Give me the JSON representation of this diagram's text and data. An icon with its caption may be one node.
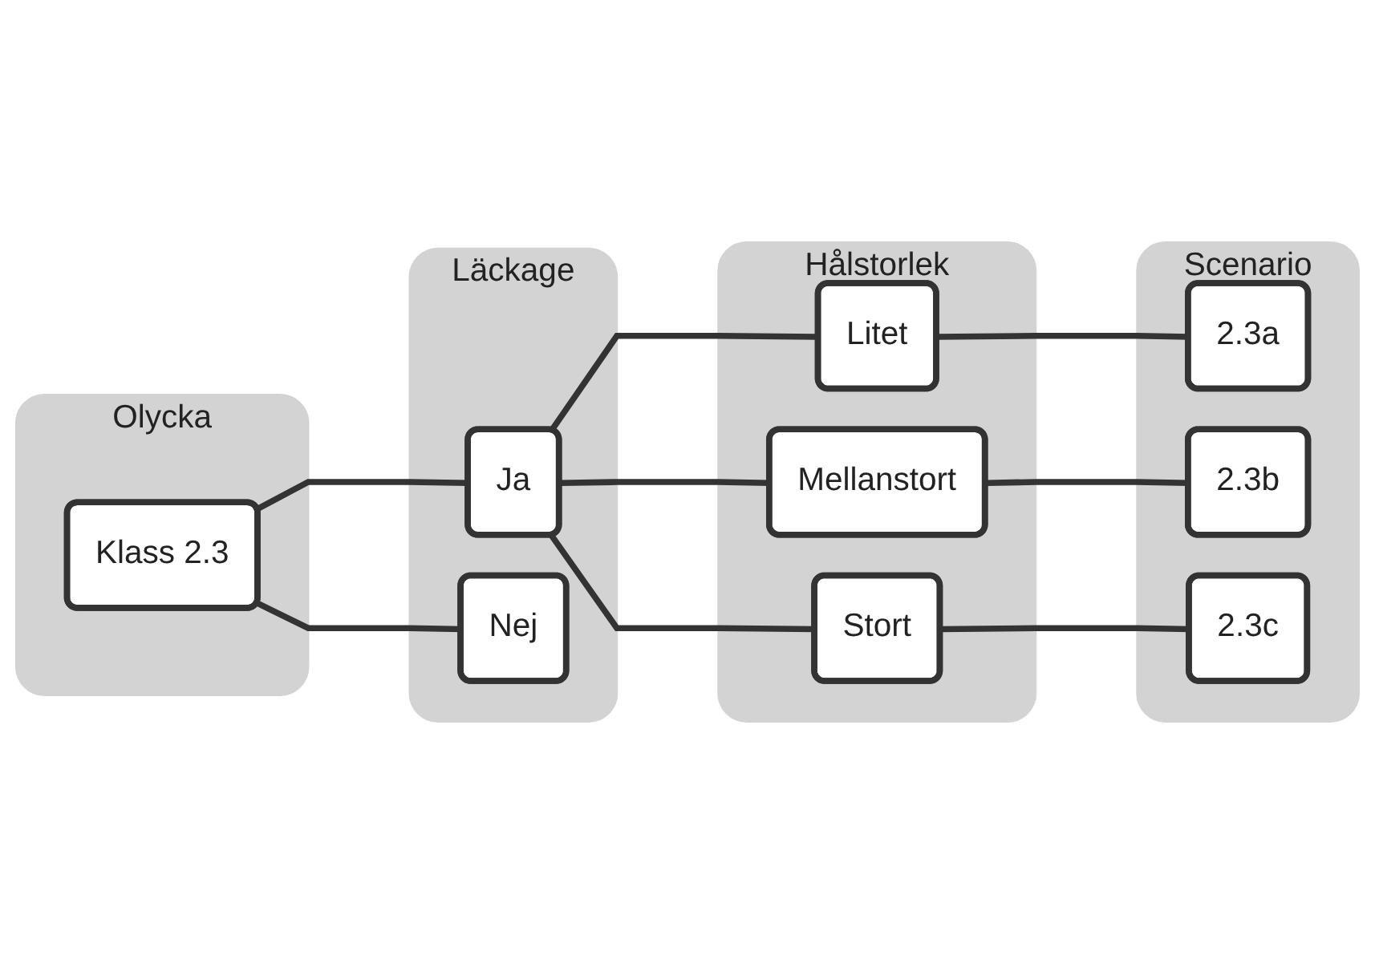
{
  "diagram": {
    "nodes": [
      {
        "text": [
          "Olycka"
        ]
      },
      {
        "text": [
          "Läckage"
        ]
      },
      {
        "text": [
          "Hålstorlek"
        ]
      },
      {
        "text": [
          "Scenario"
        ]
      },
      {
        "text": [
          "Klass 2.3"
        ],
        "in": 0
      },
      {
        "text": [
          "Ja"
        ],
        "in": 1
      },
      {
        "text": [
          "Nej"
        ],
        "in": 1
      },
      {
        "text": [
          "Litet"
        ],
        "in": 2
      },
      {
        "text": [
          "Mellanstort"
        ],
        "in": 2
      },
      {
        "text": [
          "Stort"
        ],
        "in": 2
      },
      {
        "text": [
          "2.3a"
        ],
        "in": 3
      },
      {
        "text": [
          "2.3b"
        ],
        "in": 3
      },
      {
        "text": [
          "2.3c"
        ],
        "in": 3
      }
    ],
    "edges": [
      {
        "from": 4,
        "to": 5,
        "arrow": "none"
      },
      {
        "from": 4,
        "to": 6,
        "arrow": "none"
      },
      {
        "from": 5,
        "to": 7,
        "arrow": "none"
      },
      {
        "from": 5,
        "to": 8,
        "arrow": "none"
      },
      {
        "from": 5,
        "to": 9,
        "arrow": "none"
      },
      {
        "from": 7,
        "to": 10,
        "arrow": "none"
      },
      {
        "from": 8,
        "to": 11,
        "arrow": "none"
      },
      {
        "from": 9,
        "to": 12,
        "arrow": "none"
      }
    ]
  }
}
